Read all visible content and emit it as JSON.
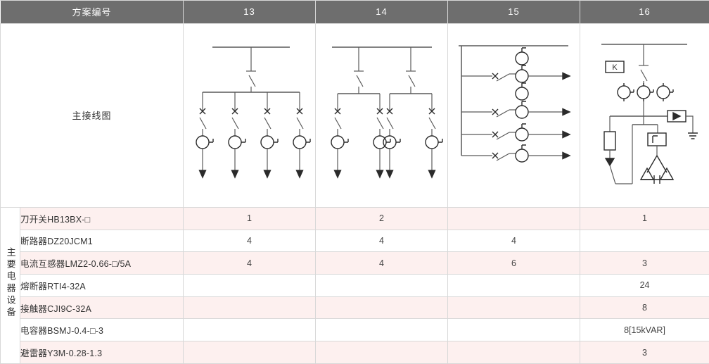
{
  "header": {
    "scheme_label": "方案编号",
    "columns": [
      "13",
      "14",
      "15",
      "16"
    ]
  },
  "diagram_row": {
    "label": "主接线图"
  },
  "side_label": "主要电器设备",
  "rows": [
    {
      "label": "刀开关HB13BX-□",
      "values": [
        "1",
        "2",
        "",
        "1"
      ]
    },
    {
      "label": "断路器DZ20JCM1",
      "values": [
        "4",
        "4",
        "4",
        ""
      ]
    },
    {
      "label": "电流互感器LMZ2-0.66-□/5A",
      "values": [
        "4",
        "4",
        "6",
        "3"
      ]
    },
    {
      "label": "熔断器RTI4-32A",
      "values": [
        "",
        "",
        "",
        "24"
      ]
    },
    {
      "label": "接触器CJI9C-32A",
      "values": [
        "",
        "",
        "",
        "8"
      ]
    },
    {
      "label": "电容器BSMJ-0.4-□-3",
      "values": [
        "",
        "",
        "",
        "8[15kVAR]"
      ]
    },
    {
      "label": "避雷器Y3M-0.28-1.3",
      "values": [
        "",
        "",
        "",
        "3"
      ]
    }
  ],
  "diagram_annotations": {
    "col16_relay_box": "K"
  },
  "colors": {
    "header_bg": "#6e6e6e",
    "header_text": "#ffffff",
    "stripe_pink": "#fdf0ef",
    "stripe_white": "#ffffff",
    "grid_line": "#d8d8d8",
    "symbol": "#2b2b2b",
    "wire": "#595959"
  }
}
